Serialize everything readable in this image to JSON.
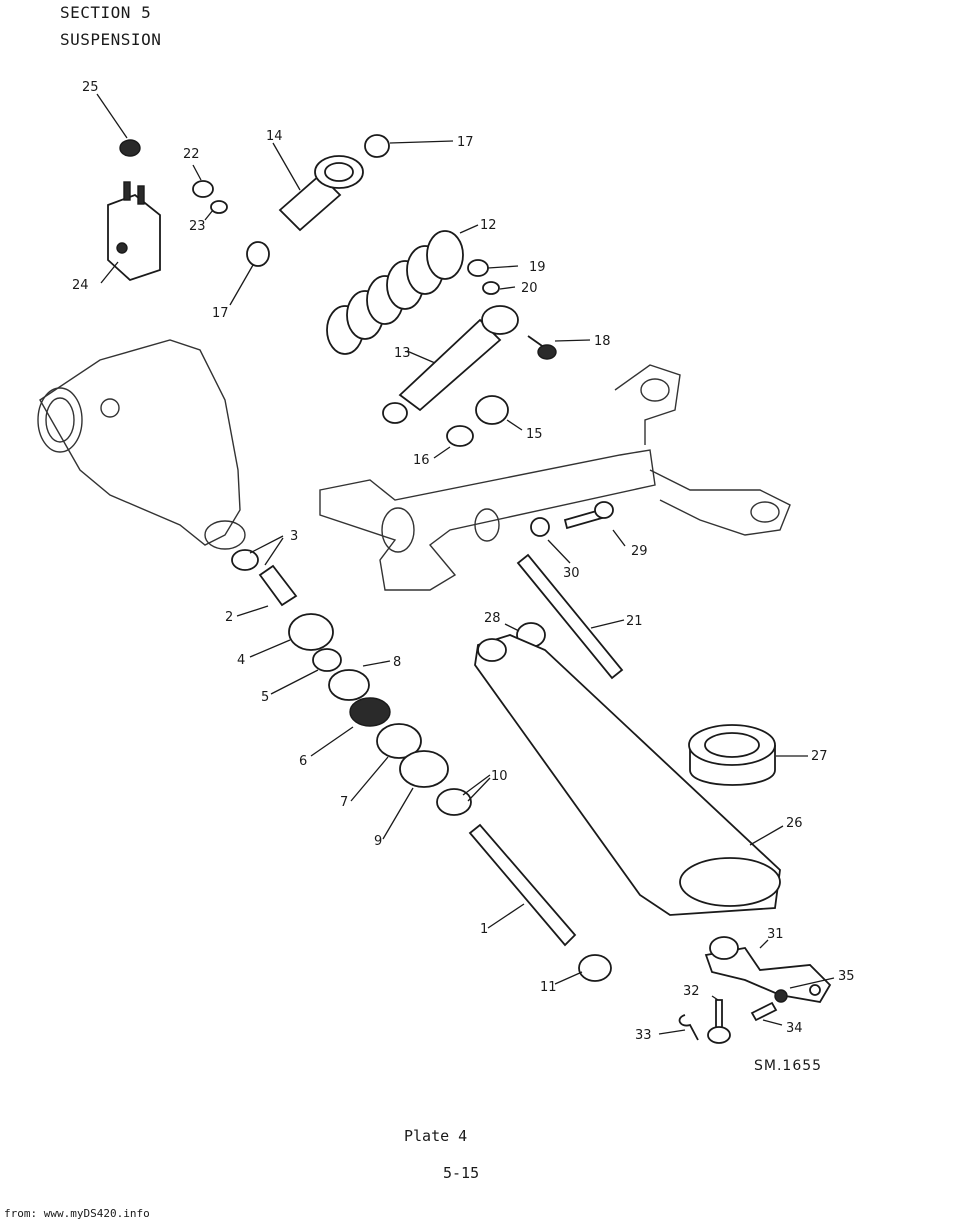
{
  "header": {
    "section": "SECTION 5",
    "title": "SUSPENSION"
  },
  "reference": "SM.1655",
  "plate": "Plate 4",
  "page_number": "5-15",
  "source": "from: www.myDS420.info",
  "callouts": [
    "1",
    "2",
    "3",
    "4",
    "5",
    "6",
    "7",
    "8",
    "9",
    "10",
    "11",
    "12",
    "13",
    "14",
    "15",
    "16",
    "17",
    "17",
    "18",
    "19",
    "20",
    "21",
    "22",
    "23",
    "24",
    "25",
    "26",
    "27",
    "28",
    "29",
    "30",
    "31",
    "32",
    "33",
    "34",
    "35"
  ]
}
